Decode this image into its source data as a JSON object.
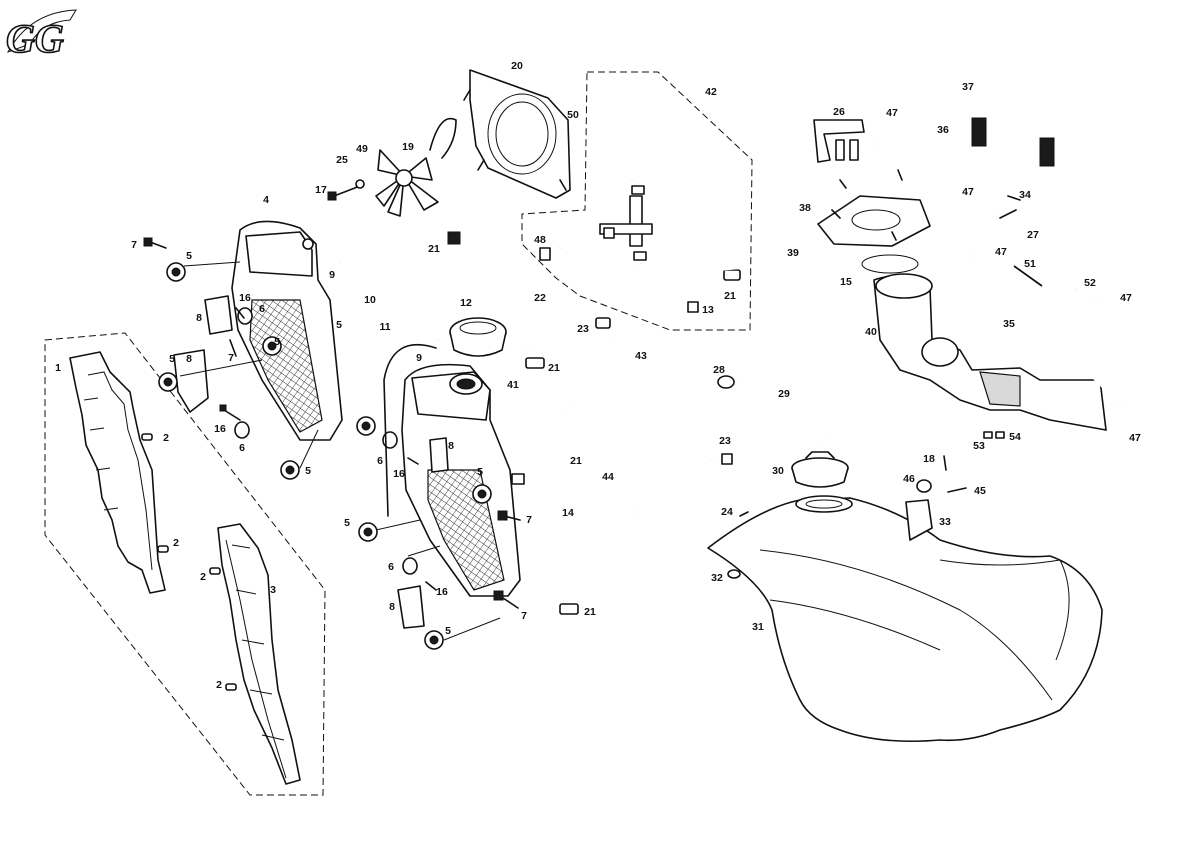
{
  "logo": {
    "text": "GG"
  },
  "labels": [
    {
      "id": "1a",
      "text": "1"
    },
    {
      "id": "2a",
      "text": "2"
    },
    {
      "id": "2b",
      "text": "2"
    },
    {
      "id": "2c",
      "text": "2"
    },
    {
      "id": "2d",
      "text": "2"
    },
    {
      "id": "3a",
      "text": "3"
    },
    {
      "id": "4a",
      "text": "4"
    },
    {
      "id": "5a",
      "text": "5"
    },
    {
      "id": "5b",
      "text": "5"
    },
    {
      "id": "5c",
      "text": "5"
    },
    {
      "id": "5d",
      "text": "5"
    },
    {
      "id": "5e",
      "text": "5"
    },
    {
      "id": "5f",
      "text": "5"
    },
    {
      "id": "5g",
      "text": "5"
    },
    {
      "id": "5h",
      "text": "5"
    },
    {
      "id": "6a",
      "text": "6"
    },
    {
      "id": "6b",
      "text": "6"
    },
    {
      "id": "6c",
      "text": "6"
    },
    {
      "id": "6d",
      "text": "6"
    },
    {
      "id": "7a",
      "text": "7"
    },
    {
      "id": "7b",
      "text": "7"
    },
    {
      "id": "7c",
      "text": "7"
    },
    {
      "id": "7d",
      "text": "7"
    },
    {
      "id": "8a",
      "text": "8"
    },
    {
      "id": "8b",
      "text": "8"
    },
    {
      "id": "8c",
      "text": "8"
    },
    {
      "id": "8d",
      "text": "8"
    },
    {
      "id": "9a",
      "text": "9"
    },
    {
      "id": "9b",
      "text": "9"
    },
    {
      "id": "10a",
      "text": "10"
    },
    {
      "id": "11a",
      "text": "11"
    },
    {
      "id": "12a",
      "text": "12"
    },
    {
      "id": "13a",
      "text": "13"
    },
    {
      "id": "14a",
      "text": "14"
    },
    {
      "id": "15a",
      "text": "15"
    },
    {
      "id": "16a",
      "text": "16"
    },
    {
      "id": "16b",
      "text": "16"
    },
    {
      "id": "16c",
      "text": "16"
    },
    {
      "id": "16d",
      "text": "16"
    },
    {
      "id": "17a",
      "text": "17"
    },
    {
      "id": "18a",
      "text": "18"
    },
    {
      "id": "19a",
      "text": "19"
    },
    {
      "id": "20a",
      "text": "20"
    },
    {
      "id": "21a",
      "text": "21"
    },
    {
      "id": "21b",
      "text": "21"
    },
    {
      "id": "21c",
      "text": "21"
    },
    {
      "id": "21d",
      "text": "21"
    },
    {
      "id": "21e",
      "text": "21"
    },
    {
      "id": "22a",
      "text": "22"
    },
    {
      "id": "23a",
      "text": "23"
    },
    {
      "id": "23b",
      "text": "23"
    },
    {
      "id": "24a",
      "text": "24"
    },
    {
      "id": "25a",
      "text": "25"
    },
    {
      "id": "26a",
      "text": "26"
    },
    {
      "id": "27a",
      "text": "27"
    },
    {
      "id": "28a",
      "text": "28"
    },
    {
      "id": "29a",
      "text": "29"
    },
    {
      "id": "30a",
      "text": "30"
    },
    {
      "id": "31a",
      "text": "31"
    },
    {
      "id": "32a",
      "text": "32"
    },
    {
      "id": "33a",
      "text": "33"
    },
    {
      "id": "34a",
      "text": "34"
    },
    {
      "id": "35a",
      "text": "35"
    },
    {
      "id": "36a",
      "text": "36"
    },
    {
      "id": "37a",
      "text": "37"
    },
    {
      "id": "38a",
      "text": "38"
    },
    {
      "id": "39a",
      "text": "39"
    },
    {
      "id": "40a",
      "text": "40"
    },
    {
      "id": "41a",
      "text": "41"
    },
    {
      "id": "42a",
      "text": "42"
    },
    {
      "id": "43a",
      "text": "43"
    },
    {
      "id": "44a",
      "text": "44"
    },
    {
      "id": "45a",
      "text": "45"
    },
    {
      "id": "46a",
      "text": "46"
    },
    {
      "id": "47a",
      "text": "47"
    },
    {
      "id": "47b",
      "text": "47"
    },
    {
      "id": "47c",
      "text": "47"
    },
    {
      "id": "47d",
      "text": "47"
    },
    {
      "id": "47e",
      "text": "47"
    },
    {
      "id": "48a",
      "text": "48"
    },
    {
      "id": "49a",
      "text": "49"
    },
    {
      "id": "50a",
      "text": "50"
    },
    {
      "id": "51a",
      "text": "51"
    },
    {
      "id": "52a",
      "text": "52"
    },
    {
      "id": "53a",
      "text": "53"
    },
    {
      "id": "54a",
      "text": "54"
    }
  ]
}
